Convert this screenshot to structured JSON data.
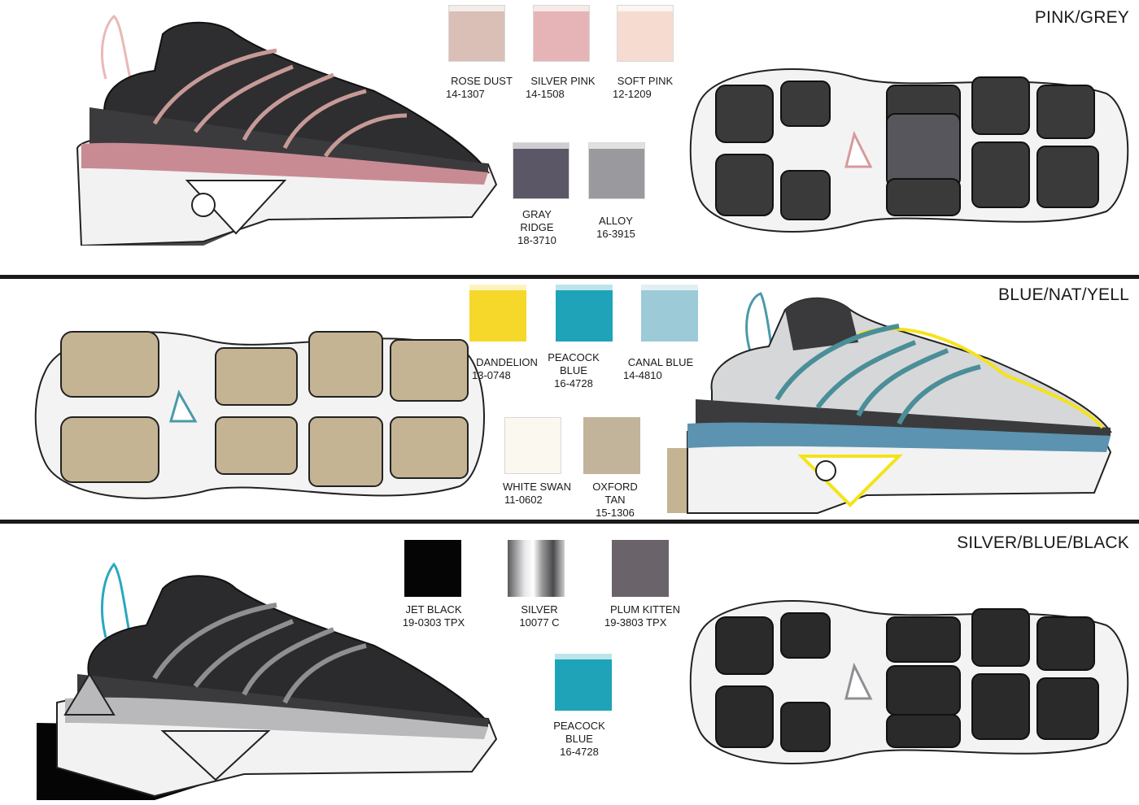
{
  "colorways": [
    {
      "title": "PINK/GREY",
      "swatches": [
        {
          "name": "ROSE DUST",
          "code": "14-1307",
          "color": "#d9bfb6"
        },
        {
          "name": "SILVER PINK",
          "code": "14-1508",
          "color": "#e6b4b6"
        },
        {
          "name": "SOFT PINK",
          "code": "12-1209",
          "color": "#f6dcd0"
        },
        {
          "name": "GRAY\nRIDGE",
          "code": "18-3710",
          "color": "#5c5766"
        },
        {
          "name": "ALLOY",
          "code": "16-3915",
          "color": "#9a9a9e"
        }
      ],
      "accent": "#d79a9c",
      "sole_color": "#3a3a3a",
      "upper_color": "#2e2e30"
    },
    {
      "title": "BLUE/NAT/YELL",
      "swatches": [
        {
          "name": "DANDELION",
          "code": "13-0748",
          "color": "#f6d82b"
        },
        {
          "name": "PEACOCK\nBLUE",
          "code": "16-4728",
          "color": "#1fa3b8"
        },
        {
          "name": "CANAL BLUE",
          "code": "14-4810",
          "color": "#9ccad6"
        },
        {
          "name": "WHITE SWAN",
          "code": "11-0602",
          "color": "#faf8ef"
        },
        {
          "name": "OXFORD\nTAN",
          "code": "15-1306",
          "color": "#c2b49a"
        }
      ],
      "accent": "#4a9aa8",
      "sole_color": "#c4b493",
      "upper_color": "#c9cacc"
    },
    {
      "title": "SILVER/BLUE/BLACK",
      "swatches": [
        {
          "name": "JET BLACK",
          "code": "19-0303 TPX",
          "color": "#050505"
        },
        {
          "name": "SILVER",
          "code": "10077 C",
          "color": "#b9b9bb"
        },
        {
          "name": "PLUM KITTEN",
          "code": "19-3803 TPX",
          "color": "#6a6369"
        },
        {
          "name": "PEACOCK\nBLUE",
          "code": "16-4728",
          "color": "#1fa3b8"
        }
      ],
      "accent": "#8f8f93",
      "sole_color": "#2a2a2a",
      "upper_color": "#2b2b2d"
    }
  ]
}
